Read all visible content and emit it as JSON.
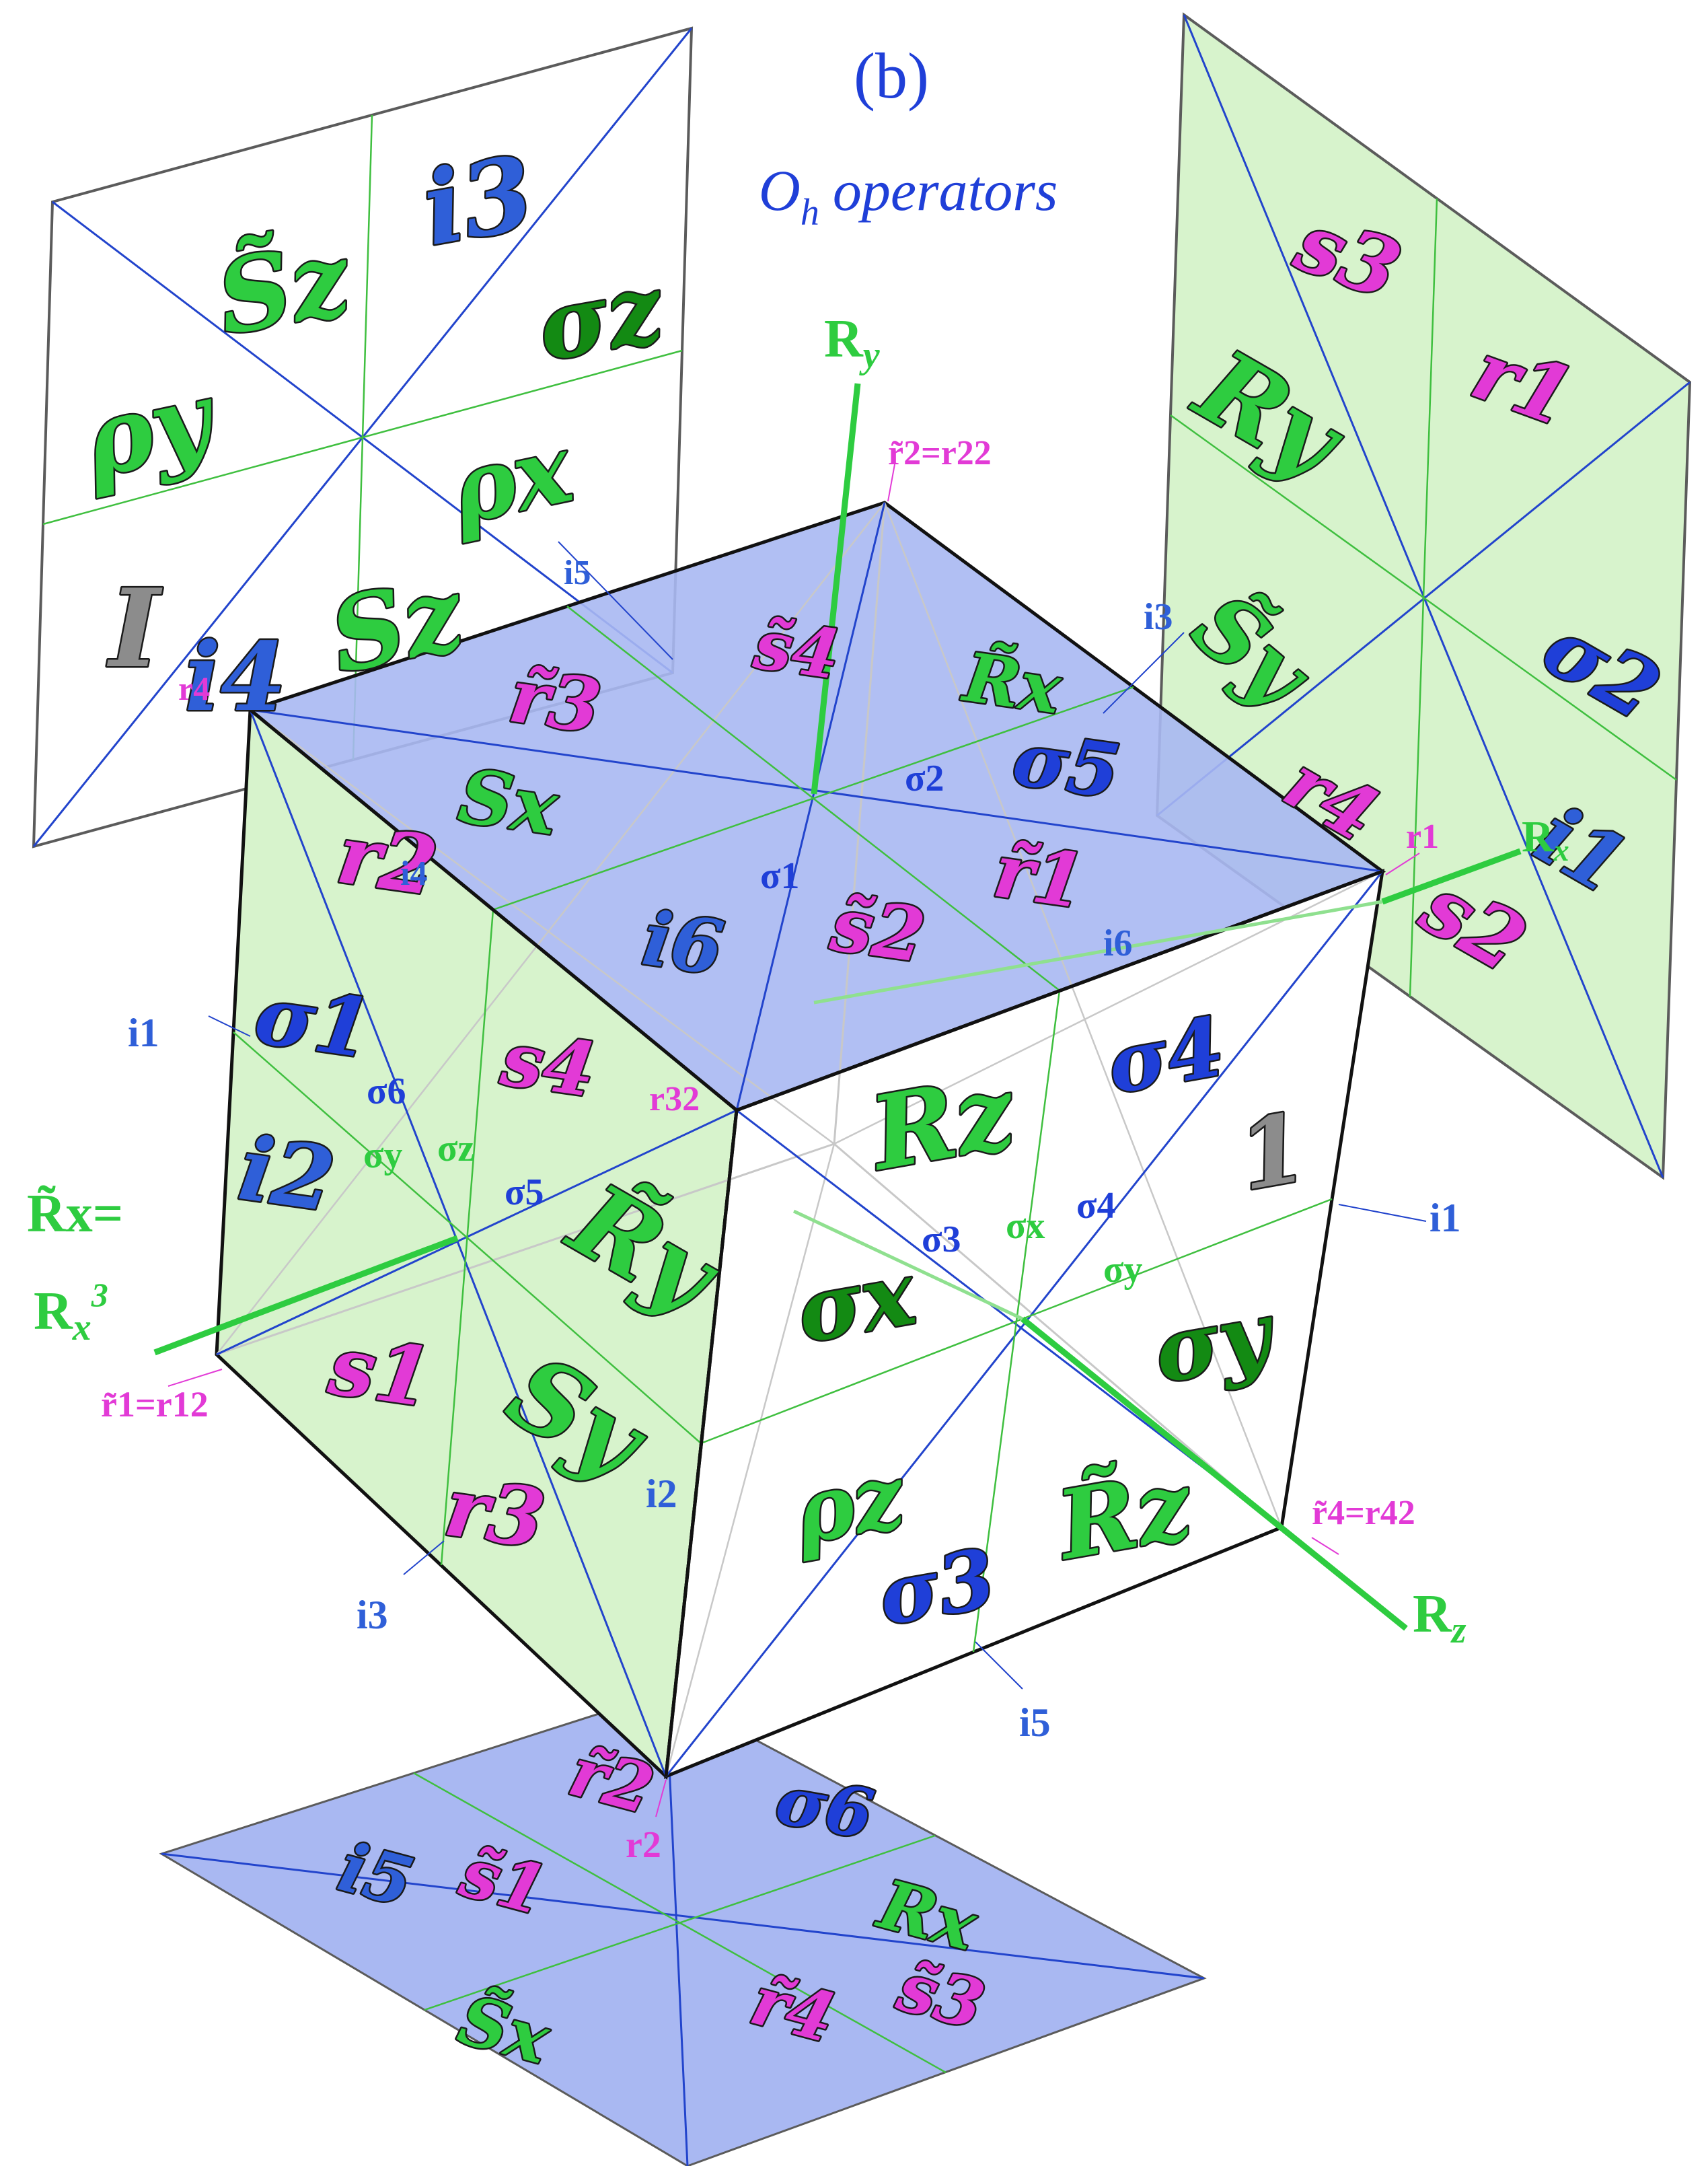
{
  "title": "(b)",
  "subtitle": "O_h operators",
  "subtitle_main": "O",
  "subtitle_sub": "h",
  "subtitle_rest": "operators",
  "colors": {
    "green": "#2ecc40",
    "dark_green": "#138a13",
    "magenta": "#e23ad6",
    "blue": "#1f3fd8",
    "label_blue": "#2f5fd8",
    "face_green": "#d7f3cc",
    "face_blue": "#a9b8f2",
    "gray": "#8c8c8c"
  },
  "panels": {
    "left": [
      {
        "key": "Sz_tilde",
        "text": "S̃z",
        "color": "green"
      },
      {
        "key": "i3",
        "text": "i3",
        "color": "label_blue"
      },
      {
        "key": "sigma_z",
        "text": "σz",
        "color": "dark_green"
      },
      {
        "key": "rho_y",
        "text": "ρy",
        "color": "green"
      },
      {
        "key": "rho_x",
        "text": "ρx",
        "color": "green"
      },
      {
        "key": "I",
        "text": "I",
        "color": "gray"
      },
      {
        "key": "Sz",
        "text": "Sz",
        "color": "green"
      },
      {
        "key": "i4",
        "text": "i4",
        "color": "label_blue"
      }
    ],
    "right": [
      {
        "key": "s3",
        "text": "s3",
        "color": "magenta"
      },
      {
        "key": "r1",
        "text": "r1",
        "color": "magenta"
      },
      {
        "key": "Ry",
        "text": "Ry",
        "color": "green"
      },
      {
        "key": "Sy_tilde",
        "text": "S̃y",
        "color": "green"
      },
      {
        "key": "sigma2",
        "text": "σ2",
        "color": "blue"
      },
      {
        "key": "r4",
        "text": "r4",
        "color": "magenta"
      },
      {
        "key": "i1",
        "text": "i1",
        "color": "label_blue"
      },
      {
        "key": "s2",
        "text": "s2",
        "color": "magenta"
      }
    ],
    "top": [
      {
        "key": "r3_tilde",
        "text": "r̃3",
        "color": "magenta"
      },
      {
        "key": "s4_tilde",
        "text": "s̃4",
        "color": "magenta"
      },
      {
        "key": "Rx_tilde",
        "text": "R̃x",
        "color": "green"
      },
      {
        "key": "Sx",
        "text": "Sx",
        "color": "green"
      },
      {
        "key": "sigma5",
        "text": "σ5",
        "color": "blue"
      },
      {
        "key": "r1_tilde",
        "text": "r̃1",
        "color": "magenta"
      },
      {
        "key": "i6",
        "text": "i6",
        "color": "label_blue"
      },
      {
        "key": "s2_tilde",
        "text": "s̃2",
        "color": "magenta"
      }
    ],
    "front_left": [
      {
        "key": "r2",
        "text": "r2",
        "color": "magenta"
      },
      {
        "key": "sigma1",
        "text": "σ1",
        "color": "blue"
      },
      {
        "key": "s4",
        "text": "s4",
        "color": "magenta"
      },
      {
        "key": "i2",
        "text": "i2",
        "color": "label_blue"
      },
      {
        "key": "Ry_tilde",
        "text": "R̃y",
        "color": "green"
      },
      {
        "key": "s1",
        "text": "s1",
        "color": "magenta"
      },
      {
        "key": "Sy",
        "text": "Sy",
        "color": "green"
      },
      {
        "key": "r3",
        "text": "r3",
        "color": "magenta"
      }
    ],
    "front_right": [
      {
        "key": "Rz",
        "text": "Rz",
        "color": "green"
      },
      {
        "key": "sigma4",
        "text": "σ4",
        "color": "blue"
      },
      {
        "key": "one",
        "text": "1",
        "color": "gray"
      },
      {
        "key": "sigma_x",
        "text": "σx",
        "color": "dark_green"
      },
      {
        "key": "sigma_y",
        "text": "σy",
        "color": "dark_green"
      },
      {
        "key": "rho_z",
        "text": "ρz",
        "color": "green"
      },
      {
        "key": "sigma3",
        "text": "σ3",
        "color": "blue"
      },
      {
        "key": "Rz_tilde",
        "text": "R̃z",
        "color": "green"
      }
    ],
    "bottom": [
      {
        "key": "s1_tilde",
        "text": "s̃1",
        "color": "magenta"
      },
      {
        "key": "r2_tilde",
        "text": "r̃2",
        "color": "magenta"
      },
      {
        "key": "sigma6",
        "text": "σ6",
        "color": "blue"
      },
      {
        "key": "i5",
        "text": "i5",
        "color": "label_blue"
      },
      {
        "key": "Rx",
        "text": "Rx",
        "color": "green"
      },
      {
        "key": "Sx_tilde",
        "text": "S̃x",
        "color": "green"
      },
      {
        "key": "r4_tilde",
        "text": "r̃4",
        "color": "magenta"
      },
      {
        "key": "s3_tilde",
        "text": "s̃3",
        "color": "magenta"
      }
    ]
  },
  "axis_labels": {
    "Ry": {
      "main": "R",
      "sub": "y"
    },
    "Rx": {
      "main": "R",
      "sub": "x"
    },
    "Rz": {
      "main": "R",
      "sub": "z"
    },
    "Rx_tilde_line1": "R̃x=",
    "Rx_tilde_line2_main": "R",
    "Rx_tilde_line2_sub": "x",
    "Rx_tilde_line2_sup": "3"
  },
  "annotations": {
    "r2_tilde_eq": "r̃2=r22",
    "r1_tilde_eq": "r̃1=r12",
    "r4_tilde_eq": "r̃4=r42",
    "r3_sq": "r32",
    "r1": "r1",
    "r2": "r2",
    "r4": "r4",
    "i1_left": "i1",
    "i1_right": "i1",
    "i2": "i2",
    "i3_top": "i3",
    "i3_bottom": "i3",
    "i4": "i4",
    "i5_top": "i5",
    "i5_bottom": "i5",
    "i6": "i6",
    "sigma1": "σ1",
    "sigma2": "σ2",
    "sigma3": "σ3",
    "sigma4": "σ4",
    "sigma5": "σ5",
    "sigma6": "σ6",
    "sigma_x": "σx",
    "sigma_y_left": "σy",
    "sigma_y_right": "σy",
    "sigma_z": "σz"
  }
}
